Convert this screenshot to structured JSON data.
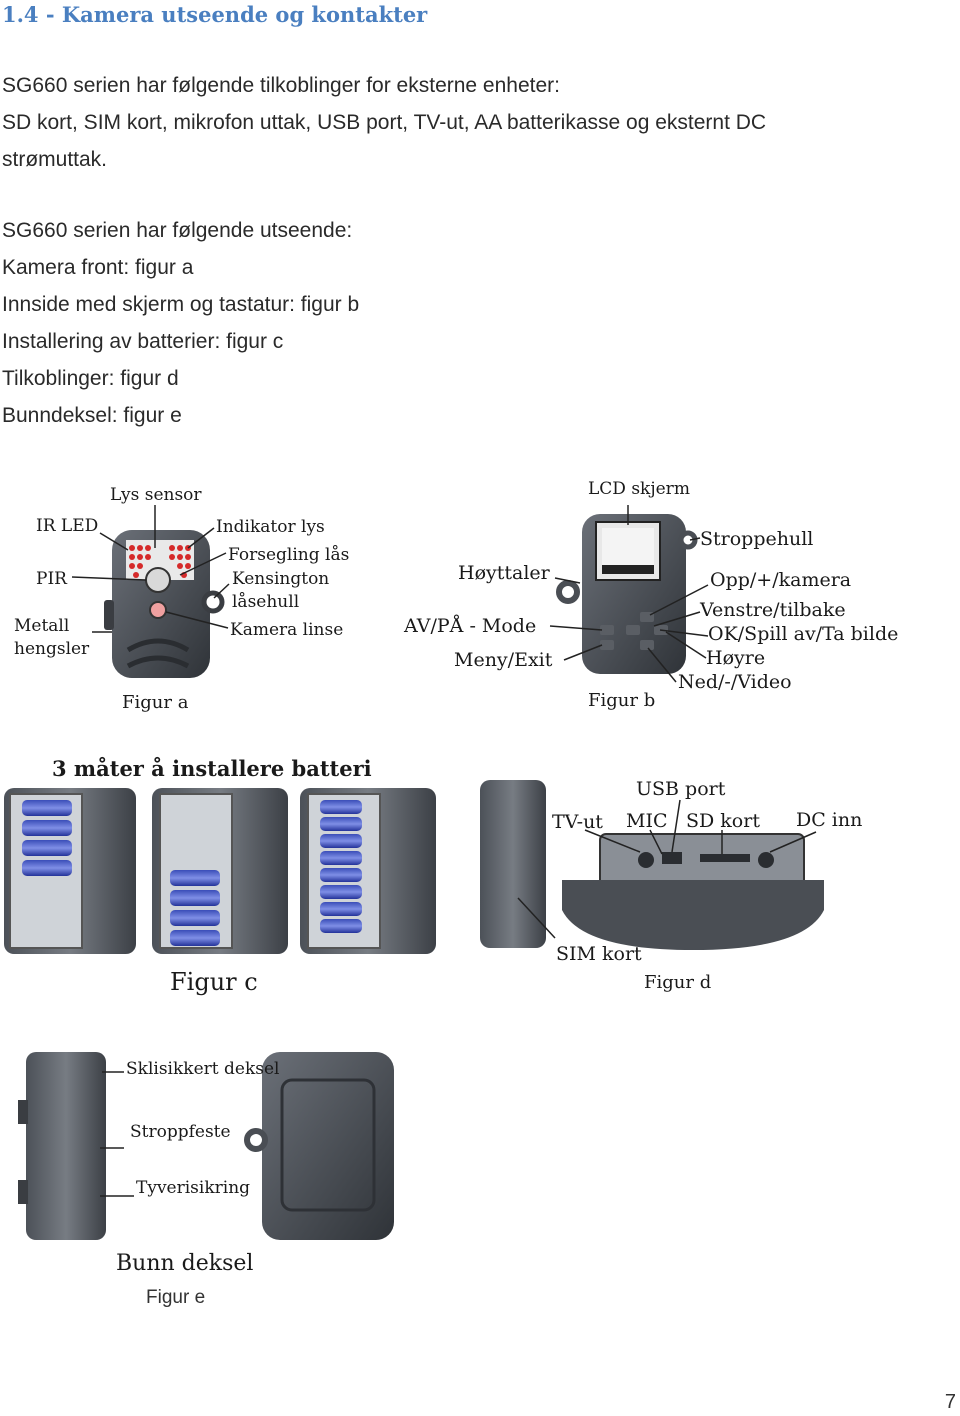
{
  "heading": "1.4 - Kamera utseende og kontakter",
  "para1": [
    "SG660 serien har følgende tilkoblinger for eksterne enheter:",
    "SD kort, SIM kort, mikrofon uttak, USB port, TV-ut, AA batterikasse og eksternt DC",
    "strømuttak."
  ],
  "para2": [
    "SG660 serien har følgende utseende:",
    "Kamera front: figur a",
    "Innside med skjerm og tastatur: figur b",
    "Installering av batterier: figur c",
    "Tilkoblinger: figur d",
    "Bunndeksel: figur e"
  ],
  "fig_a": {
    "labels": {
      "lys_sensor": "Lys sensor",
      "ir_led": "IR LED",
      "pir": "PIR",
      "metall": "Metall",
      "hengsler": "hengsler",
      "indikator": "Indikator lys",
      "forsegling": "Forsegling lås",
      "kensington": "Kensington",
      "laasehull": "låsehull",
      "linse": "Kamera linse"
    },
    "caption": "Figur a"
  },
  "fig_b": {
    "labels": {
      "lcd": "LCD skjerm",
      "stroppehull": "Stroppehull",
      "hoyttaler": "Høyttaler",
      "opp": "Opp/+/kamera",
      "venstre": "Venstre/tilbake",
      "avpaa": "AV/PÅ - Mode",
      "ok": "OK/Spill av/Ta bilde",
      "meny": "Meny/Exit",
      "hoyre": "Høyre",
      "ned": "Ned/-/Video"
    },
    "caption": "Figur b"
  },
  "fig_c": {
    "title": "3 måter å installere batteri",
    "caption": "Figur c"
  },
  "fig_d": {
    "labels": {
      "usb": "USB port",
      "tvut": "TV-ut",
      "mic": "MIC",
      "sd": "SD kort",
      "dc": "DC inn",
      "sim": "SIM kort"
    },
    "caption": "Figur d"
  },
  "fig_e": {
    "labels": {
      "sklisikkert": "Sklisikkert deksel",
      "stroppfeste": "Stroppfeste",
      "tyveri": "Tyverisikring"
    },
    "bunn": "Bunn deksel",
    "caption": "Figur e"
  },
  "page_number": "7"
}
